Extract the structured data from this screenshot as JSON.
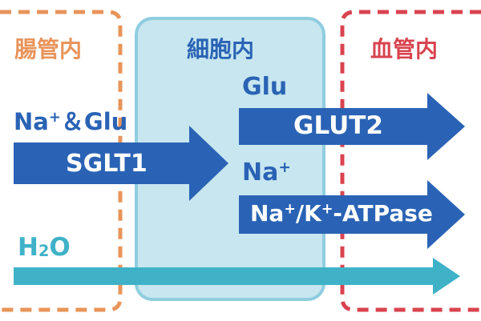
{
  "regions": {
    "intestine": "腸管内",
    "cell": "細胞内",
    "blood": "血管内"
  },
  "labels": {
    "na_glu_top": {
      "na": "Na",
      "plus": "+",
      "rest": "＆Glu"
    },
    "glu": "Glu",
    "na_plus": {
      "na": "Na",
      "plus": "+"
    },
    "h2o": {
      "h": "H",
      "two": "2",
      "o": "O"
    }
  },
  "transporters": {
    "sglt1": "SGLT1",
    "glut2": "GLUT2",
    "atpase": {
      "na": "Na",
      "plus1": "+",
      "slash_k": "/K",
      "plus2": "+",
      "rest": "-ATPase"
    }
  },
  "colors": {
    "intestine": "#e8945a",
    "cell_fill": "#c7e6ef",
    "cell_border": "#8fcde0",
    "blood": "#d9434f",
    "arrow_blue": "#2a63b5",
    "arrow_cyan": "#3fb2c8"
  }
}
